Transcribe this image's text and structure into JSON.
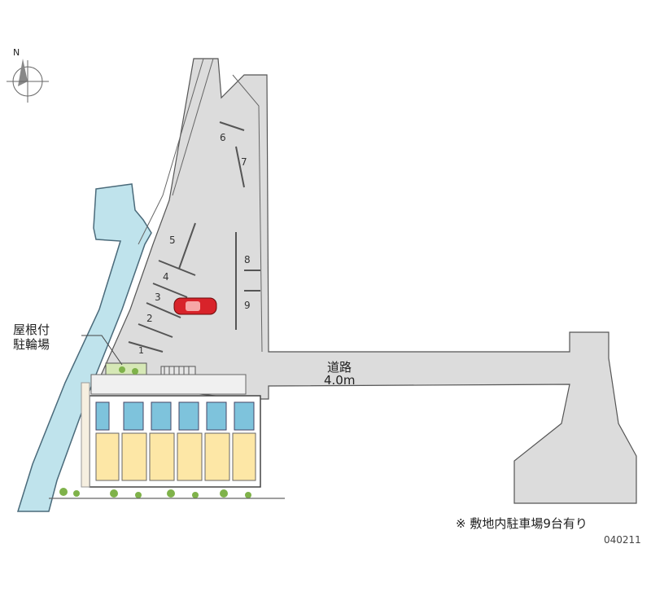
{
  "compass": {
    "north_label": "N",
    "icon": "compass-rose-icon"
  },
  "road": {
    "name": "道路",
    "width": "4.0m"
  },
  "bike_parking": {
    "line1": "屋根付",
    "line2": "駐輪場"
  },
  "parking_spaces": [
    "1",
    "2",
    "3",
    "4",
    "5",
    "6",
    "7",
    "8",
    "9"
  ],
  "note": "※ 敷地内駐車場9台有り",
  "code": "040211",
  "colors": {
    "road": "#dcdcdc",
    "waterway": "#bfe3ec",
    "building_unit": "#fde7a6",
    "building_stair": "#7ec3dc",
    "car": "#d8232a",
    "green": "#7fb24a"
  }
}
